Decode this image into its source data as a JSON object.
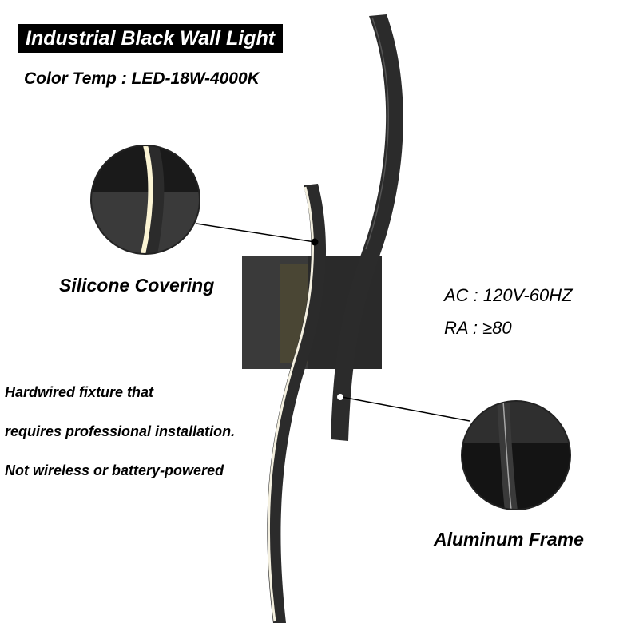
{
  "title": "Industrial Black Wall Light",
  "color_temp": "Color Temp :  LED-18W-4000K",
  "callouts": {
    "silicone": "Silicone Covering",
    "aluminum": "Aluminum Frame"
  },
  "specs": {
    "ac": "AC :  120V-60HZ",
    "ra": "RA :  ≥80"
  },
  "notes": [
    "Hardwired fixture that",
    "requires professional installation.",
    "Not wireless or battery-powered"
  ],
  "colors": {
    "fixture": "#2b2b2b",
    "led": "#f4f0e0",
    "title_bg": "#000000",
    "title_text": "#ffffff"
  }
}
